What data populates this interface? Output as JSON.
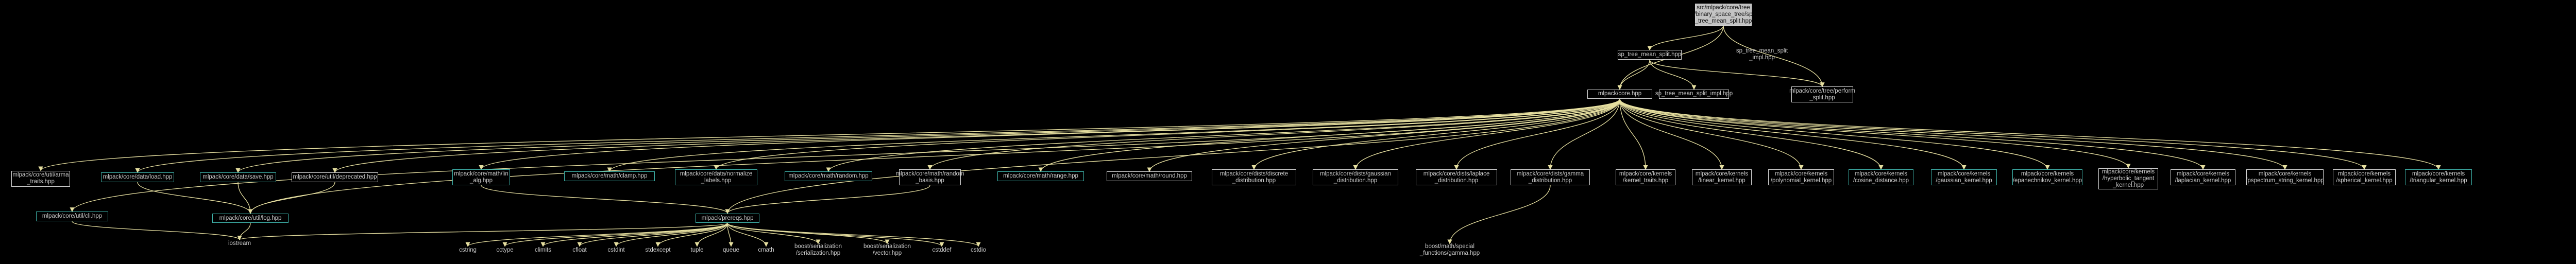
{
  "colors": {
    "background": "#000000",
    "edge": "#e6dfa0",
    "node_border": "#d8d8d8",
    "link_border": "#3fb5ac",
    "root_fill": "#c3c3c3",
    "text": "#cccccc"
  },
  "nodes": [
    {
      "id": "root",
      "label": "src/mlpack/core/tree\n/binary_space_tree/sp\n_tree_mean_split.hpp",
      "kind": "root"
    },
    {
      "id": "sp_split",
      "label": "sp_tree_mean_split.hpp",
      "kind": "plain"
    },
    {
      "id": "sp_split_impl_ghost",
      "label": "sp_tree_mean_split\n_impl.hpp",
      "kind": "ghost"
    },
    {
      "id": "core",
      "label": "mlpack/core.hpp",
      "kind": "plain"
    },
    {
      "id": "sp_split_impl",
      "label": "sp_tree_mean_split_impl.hpp",
      "kind": "plain"
    },
    {
      "id": "perform_split",
      "label": "mlpack/core/tree/perform\n_split.hpp",
      "kind": "plain"
    },
    {
      "id": "arma_traits",
      "label": "mlpack/core/util/arma\n_traits.hpp",
      "kind": "plain"
    },
    {
      "id": "load",
      "label": "mlpack/core/data/load.hpp",
      "kind": "link"
    },
    {
      "id": "save",
      "label": "mlpack/core/data/save.hpp",
      "kind": "link"
    },
    {
      "id": "deprecated",
      "label": "mlpack/core/util/deprecated.hpp",
      "kind": "plain"
    },
    {
      "id": "lin_alg",
      "label": "mlpack/core/math/lin\n_alg.hpp",
      "kind": "link"
    },
    {
      "id": "clamp",
      "label": "mlpack/core/math/clamp.hpp",
      "kind": "link"
    },
    {
      "id": "normalize_labels",
      "label": "mlpack/core/data/normalize\n_labels.hpp",
      "kind": "link"
    },
    {
      "id": "random",
      "label": "mlpack/core/math/random.hpp",
      "kind": "link"
    },
    {
      "id": "random_basis",
      "label": "mlpack/core/math/random\n_basis.hpp",
      "kind": "plain"
    },
    {
      "id": "range",
      "label": "mlpack/core/math/range.hpp",
      "kind": "link"
    },
    {
      "id": "round",
      "label": "mlpack/core/math/round.hpp",
      "kind": "plain"
    },
    {
      "id": "discrete",
      "label": "mlpack/core/dists/discrete\n_distribution.hpp",
      "kind": "plain"
    },
    {
      "id": "gaussian",
      "label": "mlpack/core/dists/gaussian\n_distribution.hpp",
      "kind": "plain"
    },
    {
      "id": "laplace",
      "label": "mlpack/core/dists/laplace\n_distribution.hpp",
      "kind": "plain"
    },
    {
      "id": "gamma",
      "label": "mlpack/core/dists/gamma\n_distribution.hpp",
      "kind": "plain"
    },
    {
      "id": "kernel_traits",
      "label": "mlpack/core/kernels\n/kernel_traits.hpp",
      "kind": "plain"
    },
    {
      "id": "linear_kernel",
      "label": "mlpack/core/kernels\n/linear_kernel.hpp",
      "kind": "plain"
    },
    {
      "id": "polynomial_kernel",
      "label": "mlpack/core/kernels\n/polynomial_kernel.hpp",
      "kind": "plain"
    },
    {
      "id": "cosine_distance",
      "label": "mlpack/core/kernels\n/cosine_distance.hpp",
      "kind": "link"
    },
    {
      "id": "gaussian_kernel",
      "label": "mlpack/core/kernels\n/gaussian_kernel.hpp",
      "kind": "link"
    },
    {
      "id": "epanechnikov",
      "label": "mlpack/core/kernels\n/epanechnikov_kernel.hpp",
      "kind": "link"
    },
    {
      "id": "hyperbolic",
      "label": "mlpack/core/kernels\n/hyperbolic_tangent\n_kernel.hpp",
      "kind": "plain"
    },
    {
      "id": "laplacian",
      "label": "mlpack/core/kernels\n/laplacian_kernel.hpp",
      "kind": "plain"
    },
    {
      "id": "pspectrum",
      "label": "mlpack/core/kernels\n/pspectrum_string_kernel.hpp",
      "kind": "plain"
    },
    {
      "id": "spherical",
      "label": "mlpack/core/kernels\n/spherical_kernel.hpp",
      "kind": "plain"
    },
    {
      "id": "triangular",
      "label": "mlpack/core/kernels\n/triangular_kernel.hpp",
      "kind": "link"
    },
    {
      "id": "cli",
      "label": "mlpack/core/util/cli.hpp",
      "kind": "link"
    },
    {
      "id": "log",
      "label": "mlpack/core/util/log.hpp",
      "kind": "link"
    },
    {
      "id": "prereqs",
      "label": "mlpack/prereqs.hpp",
      "kind": "link"
    },
    {
      "id": "iostream",
      "label": "iostream",
      "kind": "ghost"
    },
    {
      "id": "cstring",
      "label": "cstring",
      "kind": "ghost"
    },
    {
      "id": "cctype",
      "label": "cctype",
      "kind": "ghost"
    },
    {
      "id": "climits",
      "label": "climits",
      "kind": "ghost"
    },
    {
      "id": "cfloat",
      "label": "cfloat",
      "kind": "ghost"
    },
    {
      "id": "cstdint",
      "label": "cstdint",
      "kind": "ghost"
    },
    {
      "id": "stdexcept",
      "label": "stdexcept",
      "kind": "ghost"
    },
    {
      "id": "tuple",
      "label": "tuple",
      "kind": "ghost"
    },
    {
      "id": "queue",
      "label": "queue",
      "kind": "ghost"
    },
    {
      "id": "cmath",
      "label": "cmath",
      "kind": "ghost"
    },
    {
      "id": "boost_serialization",
      "label": "boost/serialization\n/serialization.hpp",
      "kind": "ghost"
    },
    {
      "id": "boost_vector",
      "label": "boost/serialization\n/vector.hpp",
      "kind": "ghost"
    },
    {
      "id": "cstddef",
      "label": "cstddef",
      "kind": "ghost"
    },
    {
      "id": "cstdio",
      "label": "cstdio",
      "kind": "ghost"
    },
    {
      "id": "gamma_function",
      "label": "boost/math/special\n_functions/gamma.hpp",
      "kind": "ghost"
    }
  ],
  "edges": [
    [
      "root",
      "sp_split"
    ],
    [
      "root",
      "core"
    ],
    [
      "root",
      "perform_split"
    ],
    [
      "sp_split",
      "core"
    ],
    [
      "sp_split",
      "sp_split_impl"
    ],
    [
      "sp_split",
      "perform_split"
    ],
    [
      "core",
      "arma_traits"
    ],
    [
      "core",
      "load"
    ],
    [
      "core",
      "save"
    ],
    [
      "core",
      "deprecated"
    ],
    [
      "core",
      "lin_alg"
    ],
    [
      "core",
      "clamp"
    ],
    [
      "core",
      "normalize_labels"
    ],
    [
      "core",
      "random"
    ],
    [
      "core",
      "random_basis"
    ],
    [
      "core",
      "range"
    ],
    [
      "core",
      "round"
    ],
    [
      "core",
      "discrete"
    ],
    [
      "core",
      "gaussian"
    ],
    [
      "core",
      "laplace"
    ],
    [
      "core",
      "gamma"
    ],
    [
      "core",
      "kernel_traits"
    ],
    [
      "core",
      "linear_kernel"
    ],
    [
      "core",
      "polynomial_kernel"
    ],
    [
      "core",
      "cosine_distance"
    ],
    [
      "core",
      "gaussian_kernel"
    ],
    [
      "core",
      "epanechnikov"
    ],
    [
      "core",
      "hyperbolic"
    ],
    [
      "core",
      "laplacian"
    ],
    [
      "core",
      "pspectrum"
    ],
    [
      "core",
      "spherical"
    ],
    [
      "core",
      "triangular"
    ],
    [
      "core",
      "cli"
    ],
    [
      "core",
      "log"
    ],
    [
      "core",
      "prereqs"
    ],
    [
      "load",
      "log"
    ],
    [
      "save",
      "log"
    ],
    [
      "deprecated",
      "log"
    ],
    [
      "cli",
      "iostream"
    ],
    [
      "log",
      "iostream"
    ],
    [
      "lin_alg",
      "prereqs"
    ],
    [
      "random_basis",
      "prereqs"
    ],
    [
      "prereqs",
      "iostream"
    ],
    [
      "prereqs",
      "cstring"
    ],
    [
      "prereqs",
      "cctype"
    ],
    [
      "prereqs",
      "climits"
    ],
    [
      "prereqs",
      "cfloat"
    ],
    [
      "prereqs",
      "cstdint"
    ],
    [
      "prereqs",
      "stdexcept"
    ],
    [
      "prereqs",
      "tuple"
    ],
    [
      "prereqs",
      "queue"
    ],
    [
      "prereqs",
      "cmath"
    ],
    [
      "prereqs",
      "boost_serialization"
    ],
    [
      "prereqs",
      "boost_vector"
    ],
    [
      "prereqs",
      "cstddef"
    ],
    [
      "prereqs",
      "cstdio"
    ],
    [
      "gamma",
      "gamma_function"
    ]
  ]
}
